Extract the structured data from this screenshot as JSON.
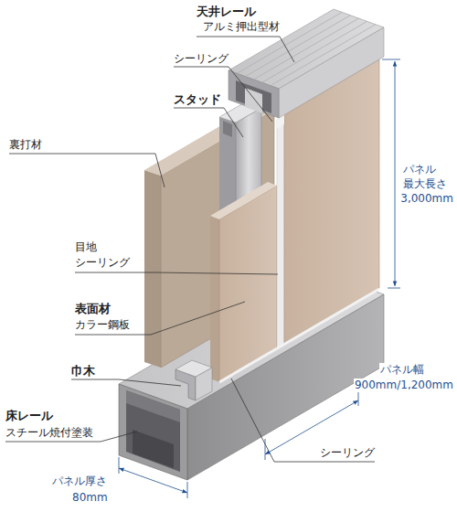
{
  "diagram": {
    "labels": [
      "天井レール",
      "アルミ押出型材",
      "シーリング",
      "スタッド",
      "裏打材",
      "目地",
      "シーリング",
      "表面材",
      "カラー鋼板",
      "巾木",
      "床レール",
      "スチール焼付塗装",
      "シーリング",
      "パネル",
      "最大長さ",
      "3,000mm",
      "パネル幅",
      "900mm/1,200mm",
      "パネル厚さ",
      "80mm"
    ]
  }
}
